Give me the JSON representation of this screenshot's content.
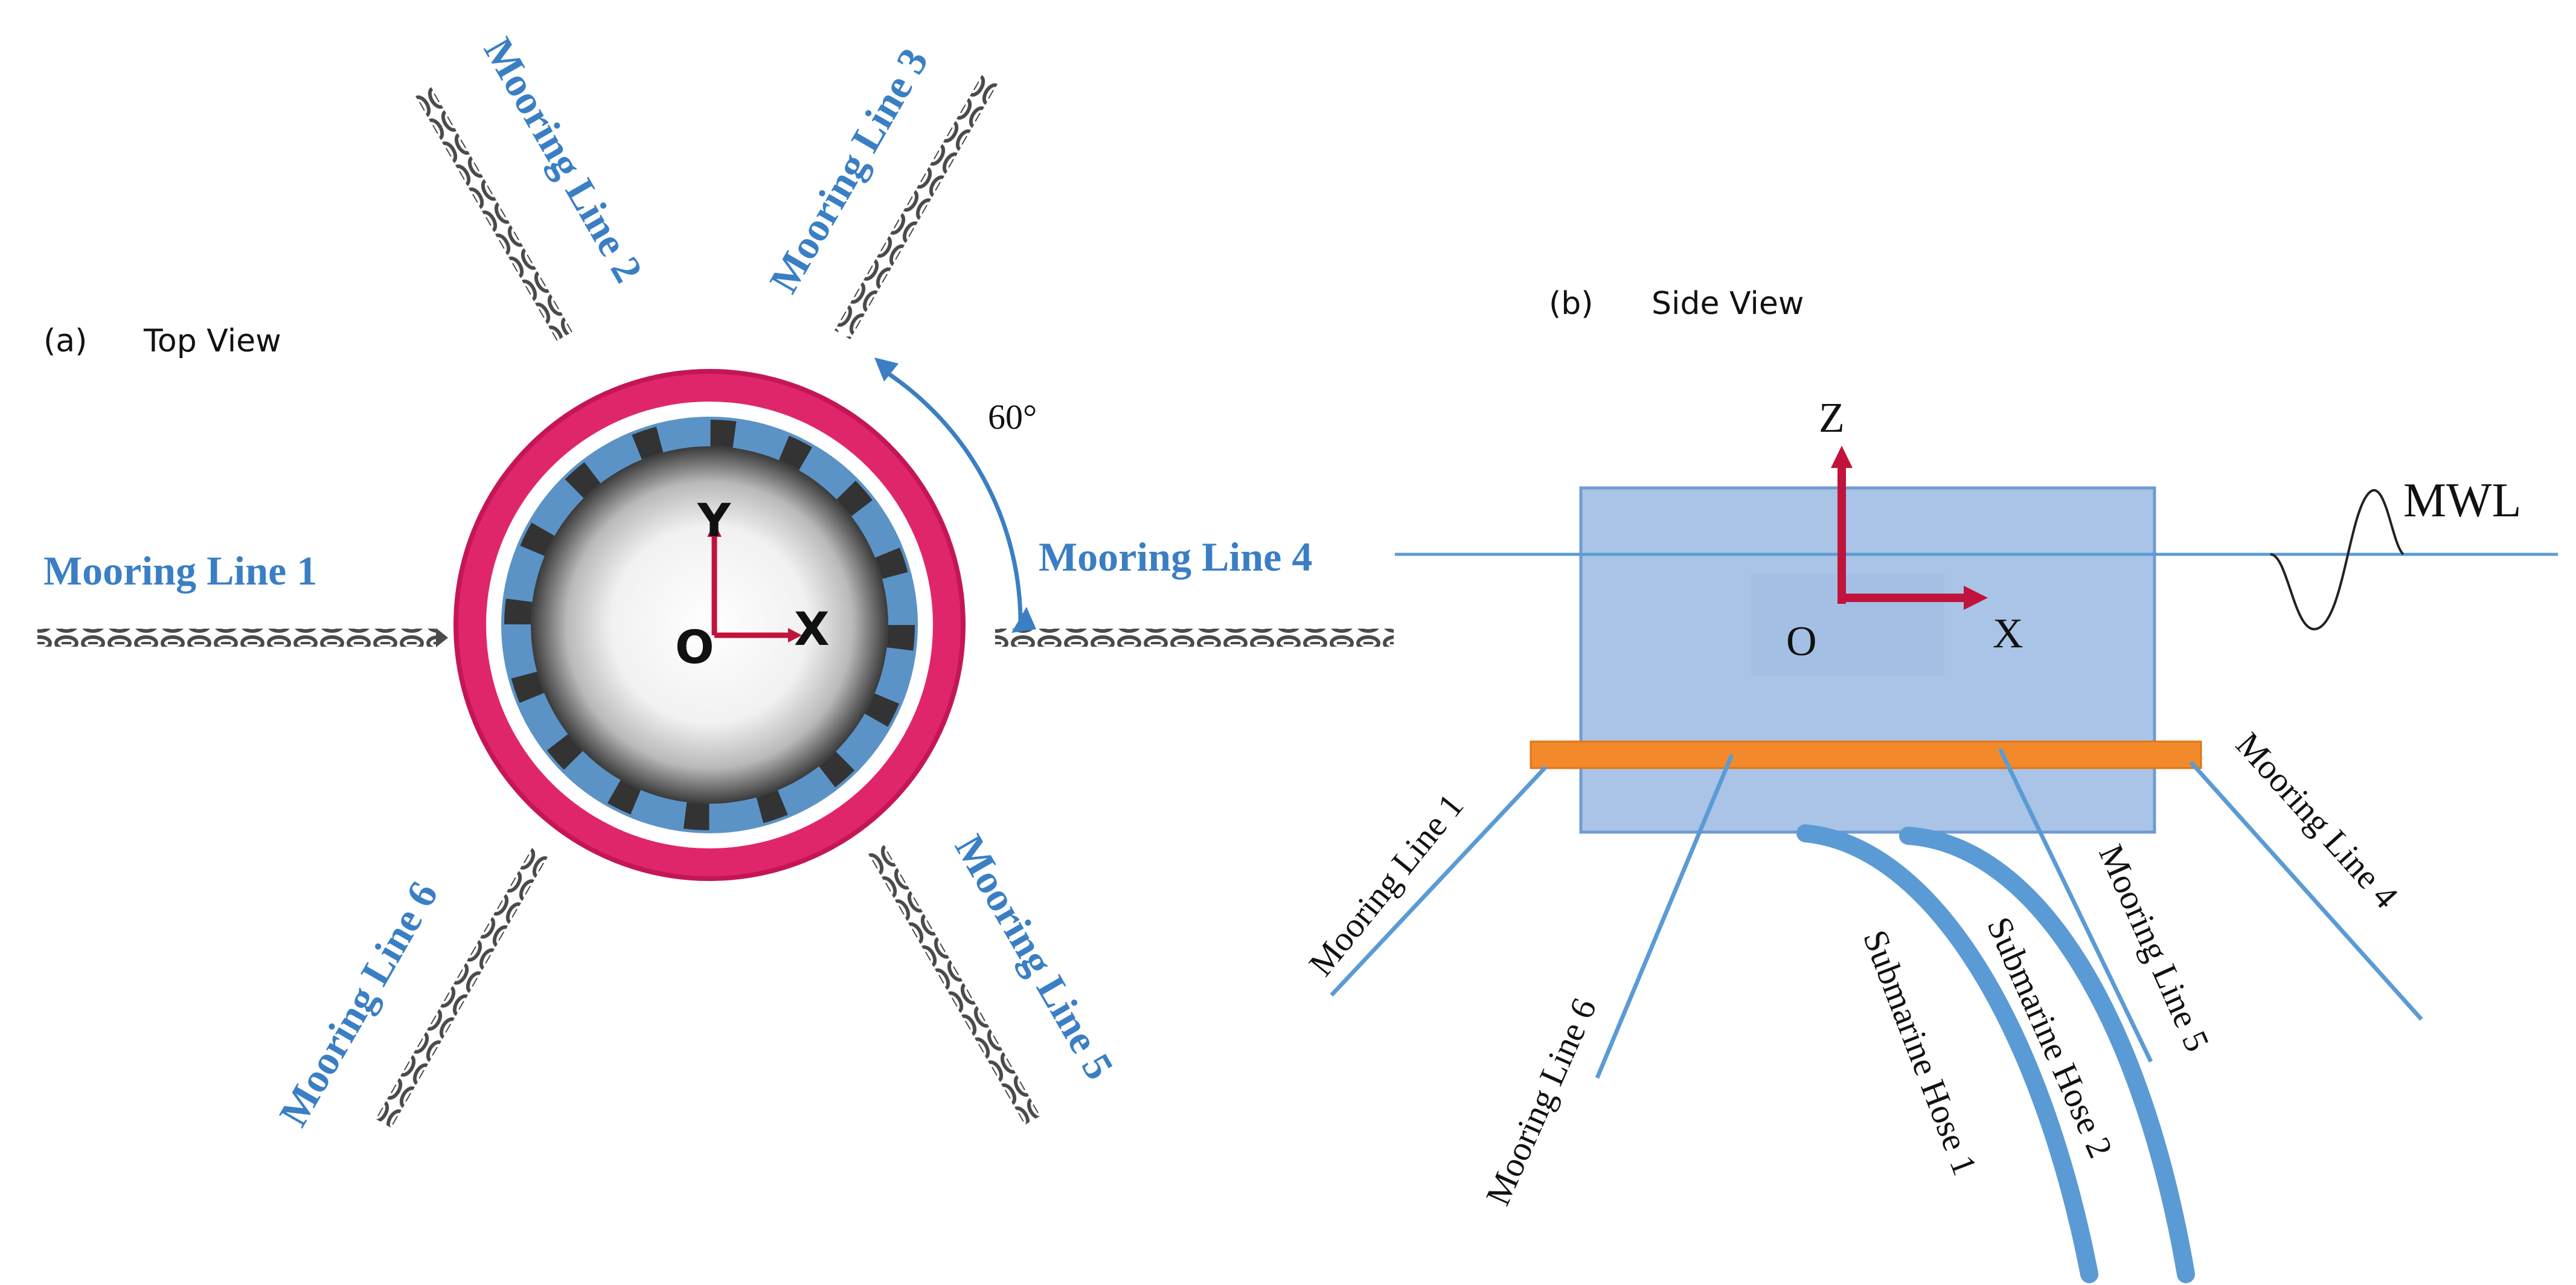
{
  "panel_a": {
    "label": "(a)",
    "title": "Top View",
    "angle_label": "60°",
    "axis_y": "Y",
    "axis_x": "X",
    "origin": "O",
    "mooring_lines": [
      {
        "id": 1,
        "label": "Mooring Line 1"
      },
      {
        "id": 2,
        "label": "Mooring Line 2"
      },
      {
        "id": 3,
        "label": "Mooring Line 3"
      },
      {
        "id": 4,
        "label": "Mooring Line 4"
      },
      {
        "id": 5,
        "label": "Mooring Line 5"
      },
      {
        "id": 6,
        "label": "Mooring Line 6"
      }
    ],
    "colors": {
      "fender_ring": "#e0266b",
      "inner_ring": "#5b93c7",
      "chain": "#4a4a4a",
      "label": "#3a7fc4",
      "axis": "#c0143c"
    }
  },
  "panel_b": {
    "label": "(b)",
    "title": "Side View",
    "axis_z": "Z",
    "axis_x": "X",
    "origin": "O",
    "water_level": "MWL",
    "mooring_lines": [
      {
        "id": 1,
        "label": "Mooring Line 1"
      },
      {
        "id": 6,
        "label": "Mooring Line 6"
      },
      {
        "id": 5,
        "label": "Mooring Line 5"
      },
      {
        "id": 4,
        "label": "Mooring Line 4"
      }
    ],
    "hoses": [
      {
        "id": 1,
        "label": "Submarine Hose 1"
      },
      {
        "id": 2,
        "label": "Submarine Hose 2"
      }
    ],
    "colors": {
      "buoy": "#a9c4e6",
      "buoy_border": "#6f9bd1",
      "skirt": "#f28a2c",
      "line": "#5b9bd5",
      "axis": "#c0143c"
    }
  }
}
